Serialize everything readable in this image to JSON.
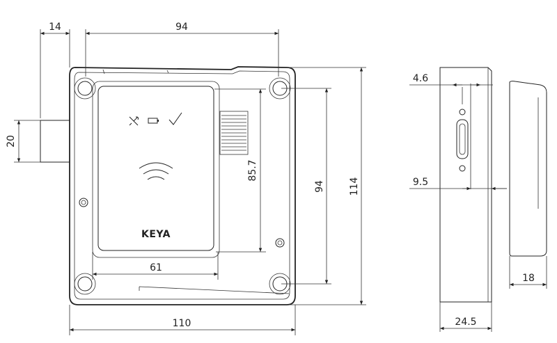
{
  "brand": {
    "logo_text": "KEYA"
  },
  "icons": {
    "status": [
      "tool-icon",
      "battery-icon",
      "check-icon"
    ],
    "nfc": "contactless-icon"
  },
  "dimensions": {
    "body_width": "94",
    "bolt_length": "14",
    "bolt_height": "20",
    "panel_height": "85.7",
    "hole_spacing_vertical": "94",
    "total_height": "114",
    "panel_width": "61",
    "total_width": "110",
    "side_offset_top": "4.6",
    "side_offset_middle": "9.5",
    "side_depth": "24.5",
    "cover_depth": "18"
  }
}
